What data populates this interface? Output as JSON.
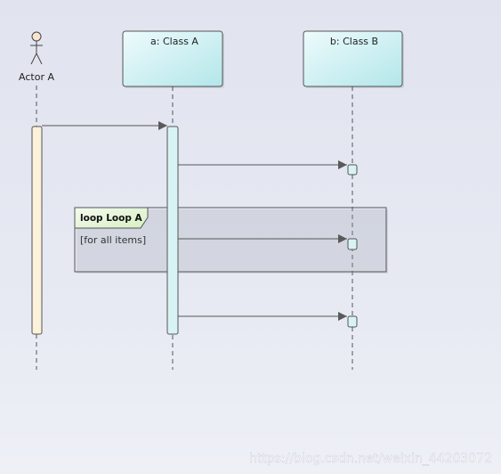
{
  "diagram": {
    "actor": {
      "label": "Actor A"
    },
    "lifelines": [
      {
        "label": "a: Class A"
      },
      {
        "label": "b: Class B"
      }
    ],
    "loop_frame": {
      "title": "loop Loop A",
      "guard": "[for all items]"
    },
    "colors": {
      "actor_activation": "#fcf1da",
      "class_head_light": "#e7f8fa",
      "class_head_dark": "#b6e8ec",
      "class_activation": "#d8f3f4",
      "line": "#555555",
      "arrow": "#555555",
      "frame_label_bg": "#e9f6dc"
    }
  },
  "watermark": {
    "text": "https://blog.csdn.net/weixin_44203072"
  }
}
